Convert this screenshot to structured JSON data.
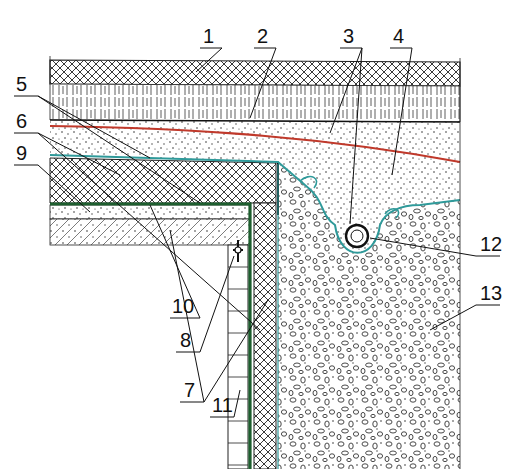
{
  "diagram": {
    "labels": [
      "1",
      "2",
      "3",
      "4",
      "5",
      "6",
      "9",
      "10",
      "8",
      "7",
      "11",
      "12",
      "13"
    ]
  }
}
